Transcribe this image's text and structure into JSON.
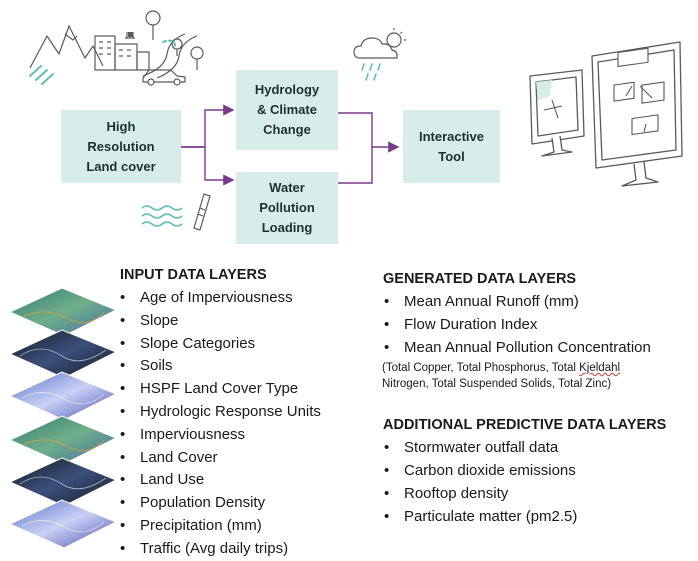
{
  "flow": {
    "land_cover_box": "High\nResolution\nLand cover",
    "hydrology_box": "Hydrology\n& Climate\nChange",
    "pollution_box": "Water\nPollution\nLoading",
    "tool_box": "Interactive\nTool"
  },
  "input_layers": {
    "title": "INPUT DATA LAYERS",
    "items": [
      "Age of Imperviousness",
      "Slope",
      "Slope Categories",
      "Soils",
      "HSPF Land Cover Type",
      "Hydrologic Response Units",
      "Imperviousness",
      "Land Cover",
      "Land Use",
      "Population Density",
      "Precipitation (mm)",
      "Traffic (Avg daily trips)"
    ]
  },
  "generated_layers": {
    "title": "GENERATED DATA LAYERS",
    "items": [
      "Mean Annual Runoff (mm)",
      "Flow Duration Index",
      "Mean Annual Pollution Concentration"
    ],
    "note_line1_pre": "(Total Copper, Total Phosphorus, Total ",
    "note_line1_flagged": "Kjeldahl",
    "note_line2": "Nitrogen, Total Suspended Solids, Total Zinc)"
  },
  "additional_layers": {
    "title": "ADDITIONAL PREDICTIVE DATA LAYERS",
    "items": [
      "Stormwater outfall data",
      "Carbon dioxide emissions",
      "Rooftop density",
      "Particulate matter (pm2.5)"
    ]
  },
  "colors": {
    "box_fill": "#d7ede9",
    "arrow": "#7a3a8c",
    "illustration_line": "#5a5a5a",
    "teal_accent": "#5fbfb0"
  },
  "icons": [
    "city-icon",
    "rain-cloud-icon",
    "water-sensor-icon",
    "dashboard-screens-icon",
    "map-layers-icon"
  ]
}
